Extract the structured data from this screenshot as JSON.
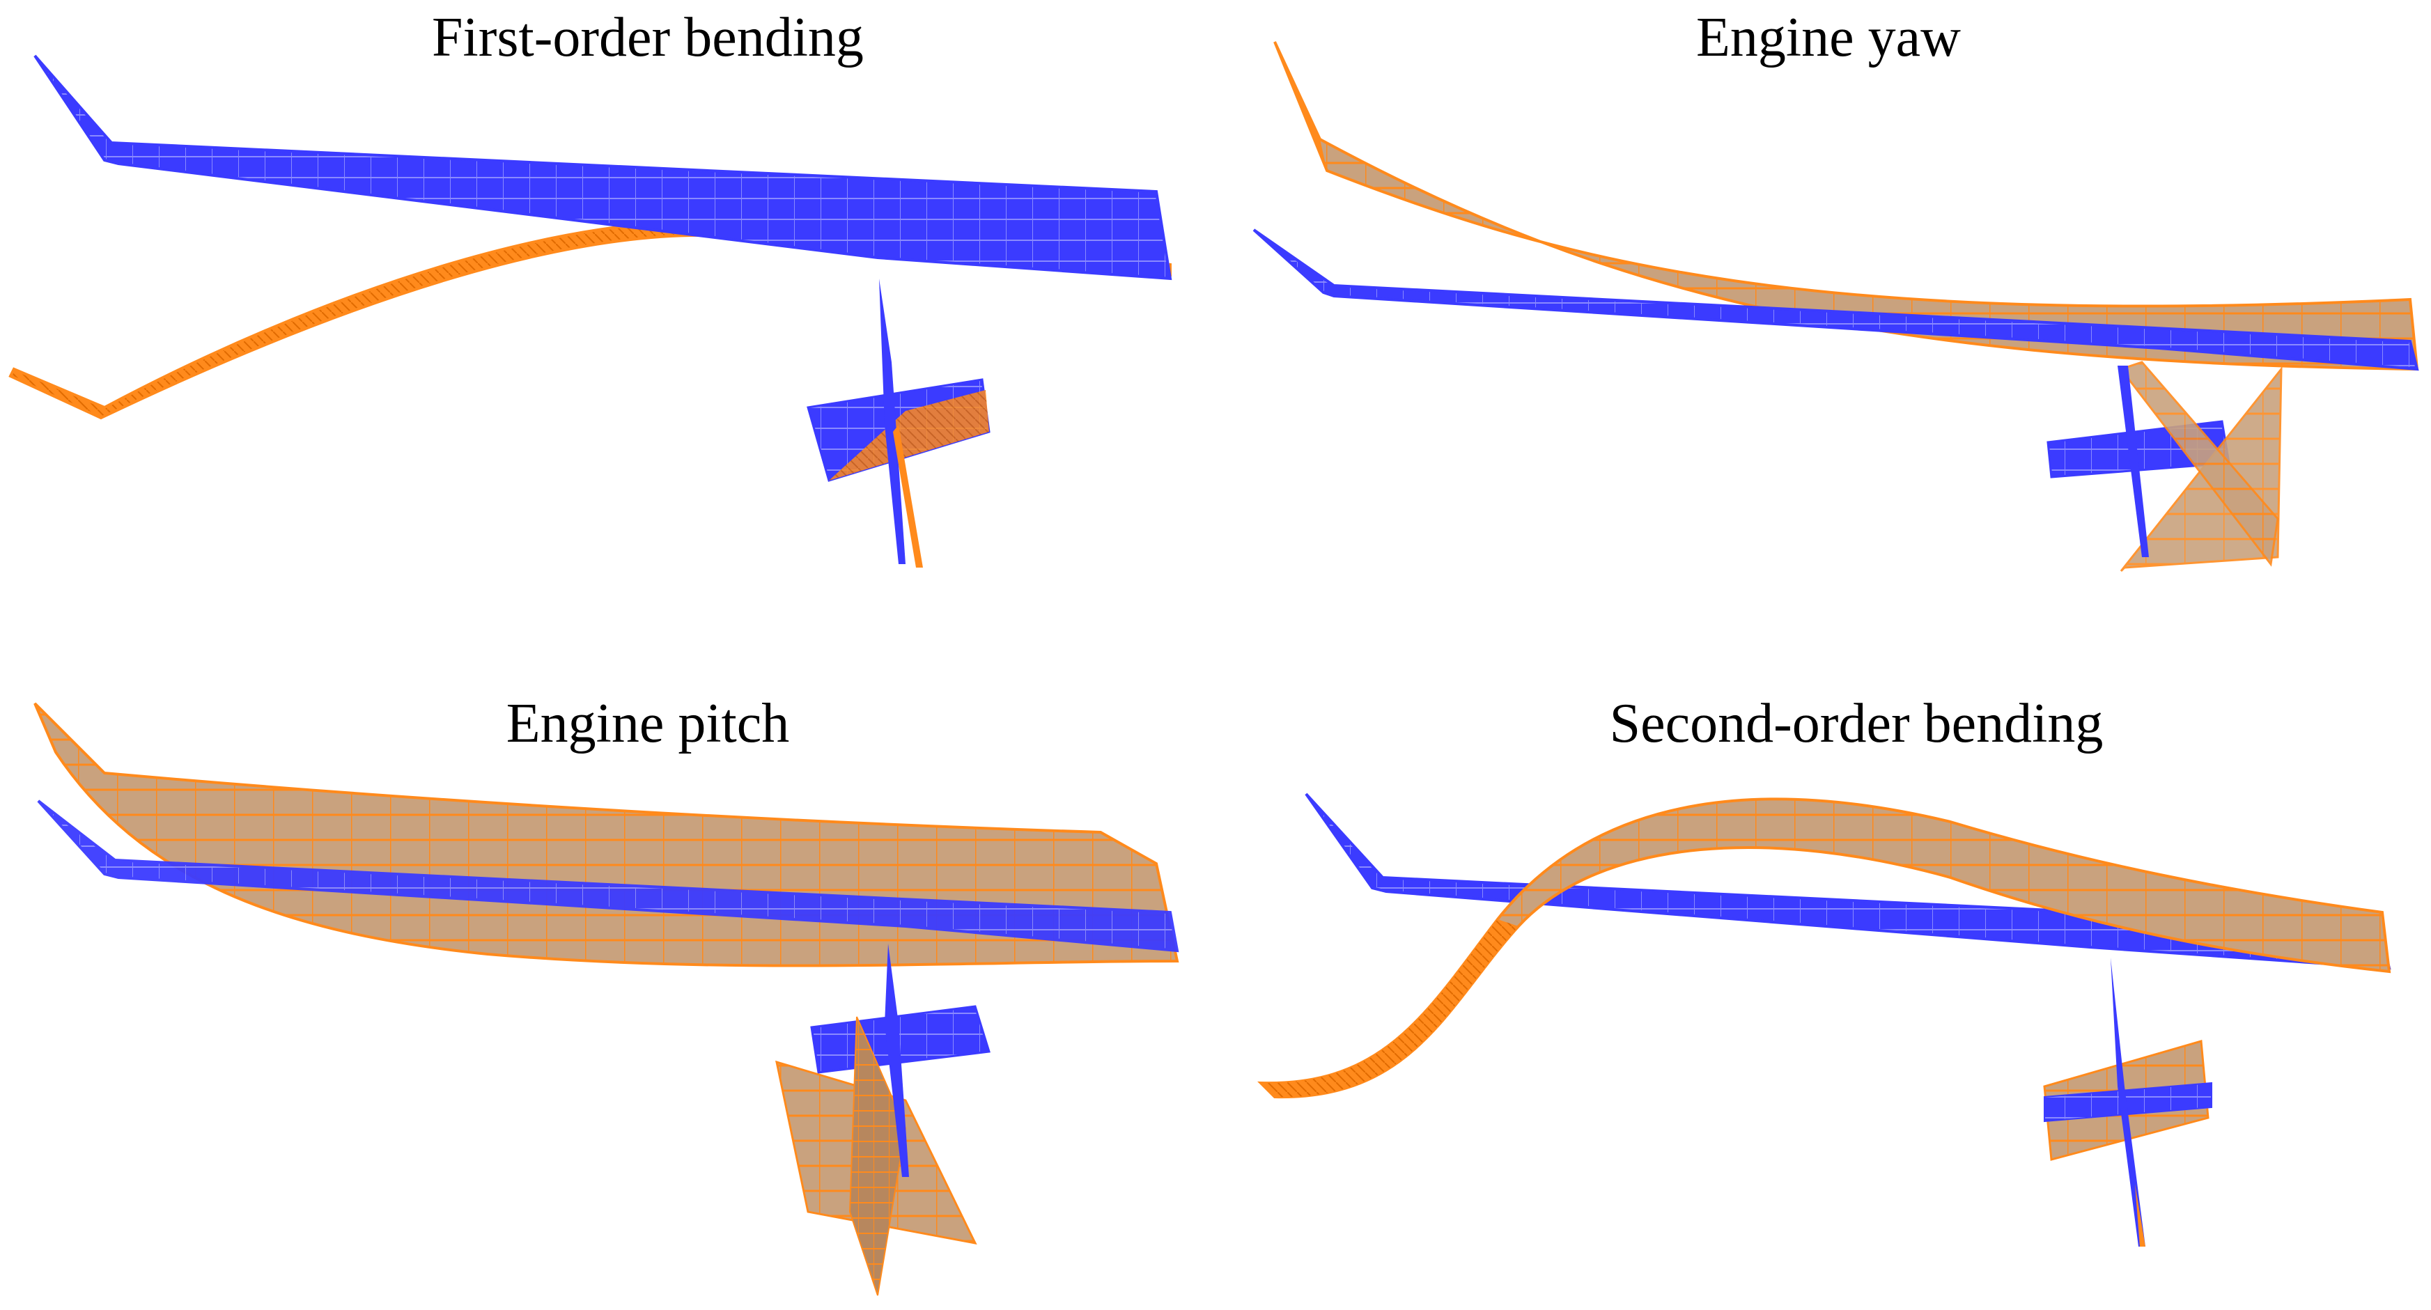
{
  "figure": {
    "panels": [
      {
        "id": "first-order-bending",
        "title": "First-order bending"
      },
      {
        "id": "engine-yaw",
        "title": "Engine yaw"
      },
      {
        "id": "engine-pitch",
        "title": "Engine pitch"
      },
      {
        "id": "second-order-bending",
        "title": "Second-order bending"
      }
    ]
  },
  "colors": {
    "undeformed": "#3b3bff",
    "undeformed_grid": "#7a7aff",
    "deformed_orange": "#ff8a1c",
    "deformed_tan": "#c9a27e",
    "deformed_grid": "#ff8a1c",
    "background": "#ffffff",
    "title": "#000000"
  }
}
